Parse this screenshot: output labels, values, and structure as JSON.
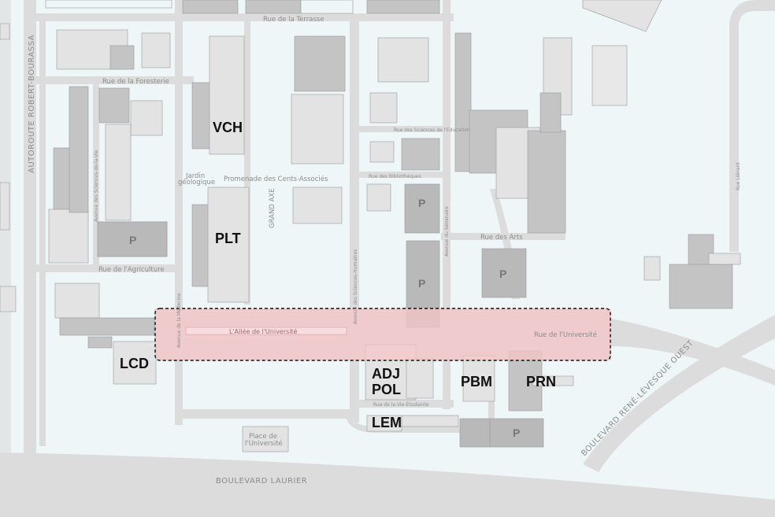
{
  "streets": {
    "rue_terrasse": "Rue de la Terrasse",
    "rue_foresterie": "Rue de la Foresterie",
    "rue_agriculture": "Rue de l'Agriculture",
    "autoroute": "AUTOROUTE ROBERT-BOURASSA",
    "av_sciences_vie": "Avenue des Sciences-de-la-Vie",
    "jardin_line1": "Jardin",
    "jardin_line2": "géologique",
    "promenade": "Promenade des Cents-Associés",
    "grand_axe": "GRAND AXE",
    "av_medecine": "Avenue de la Médecine",
    "allee": "L'Allée de l'Université",
    "av_sciences_humaines": "Avenue des Sciences-Humaines",
    "av_seminaire": "Avenue du Séminaire",
    "rue_arts": "Rue des Arts",
    "rue_bibliotheques": "Rue des Bibliothèques",
    "rue_sciences_education": "Rue des Sciences de l'Éducation",
    "rue_universite": "Rue de l'Université",
    "rue_vie_etudiante": "Rue de la Vie-Étudiante",
    "place_line1": "Place de",
    "place_line2": "l'Université",
    "bd_laurier": "BOULEVARD LAURIER",
    "bd_rene_levesque": "BOULEVARD RENÉ-LÉVESQUE OUEST",
    "rue_lienard": "Rue Liénard",
    "rue_arts_small": "Rue des Arts"
  },
  "pavilions": {
    "vch": "VCH",
    "plt": "PLT",
    "lcd": "LCD",
    "adj": "ADJ",
    "pol": "POL",
    "pbm": "PBM",
    "prn": "PRN",
    "lem": "LEM"
  },
  "parking_label": "P",
  "colors": {
    "background": "#eef6f7",
    "road": "#d9d9d9",
    "building": "#c4c4c4",
    "building_outline": "#9a9a9a",
    "highlight_fill": "#f5c6c8",
    "highlight_border": "#111111"
  }
}
